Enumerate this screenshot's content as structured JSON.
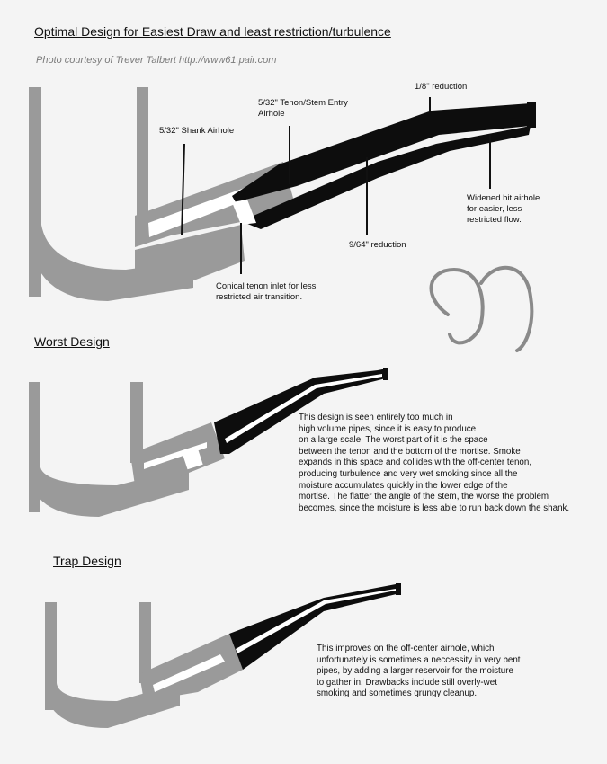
{
  "title": "Optimal Design for Easiest Draw and least restriction/turbulence",
  "credit": "Photo courtesy of Trever Talbert http://www61.pair.com",
  "optimal": {
    "labels": {
      "tenon_entry": [
        "5/32\" Tenon/Stem Entry",
        "Airhole"
      ],
      "reduction_1_8": "1/8\" reduction",
      "shank_airhole": "5/32\" Shank Airhole",
      "widened_bit": [
        "Widened bit airhole",
        "for easier, less",
        "restricted flow."
      ],
      "reduction_9_64": "9/64\" reduction",
      "conical_tenon": [
        "Conical tenon inlet for less",
        "restricted air transition."
      ]
    }
  },
  "worst": {
    "heading": "Worst Design",
    "description": [
      "This design is seen entirely too much in",
      "high volume pipes, since it is easy to produce",
      "on a large scale.  The worst part of it is the space",
      "between the tenon and the bottom of the mortise.  Smoke",
      "expands in this space and collides with the off-center tenon,",
      "producing turbulence and very wet smoking since all the",
      "moisture accumulates quickly in the lower edge of the",
      "mortise.  The flatter the angle of the stem, the worse the problem",
      "becomes, since the moisture is less able to run back down the shank."
    ]
  },
  "trap": {
    "heading": "Trap Design",
    "description": [
      "This improves on the off-center airhole, which",
      "unfortunately is sometimes a neccessity in very bent",
      "pipes, by adding a larger reservoir for the moisture",
      "to gather in.  Drawbacks include still overly-wet",
      "smoking and sometimes grungy cleanup."
    ]
  },
  "colors": {
    "briar": "#9a9a9a",
    "stem": "#0d0d0d",
    "airhole": "#ffffff",
    "logo": "#8a8a8a"
  }
}
